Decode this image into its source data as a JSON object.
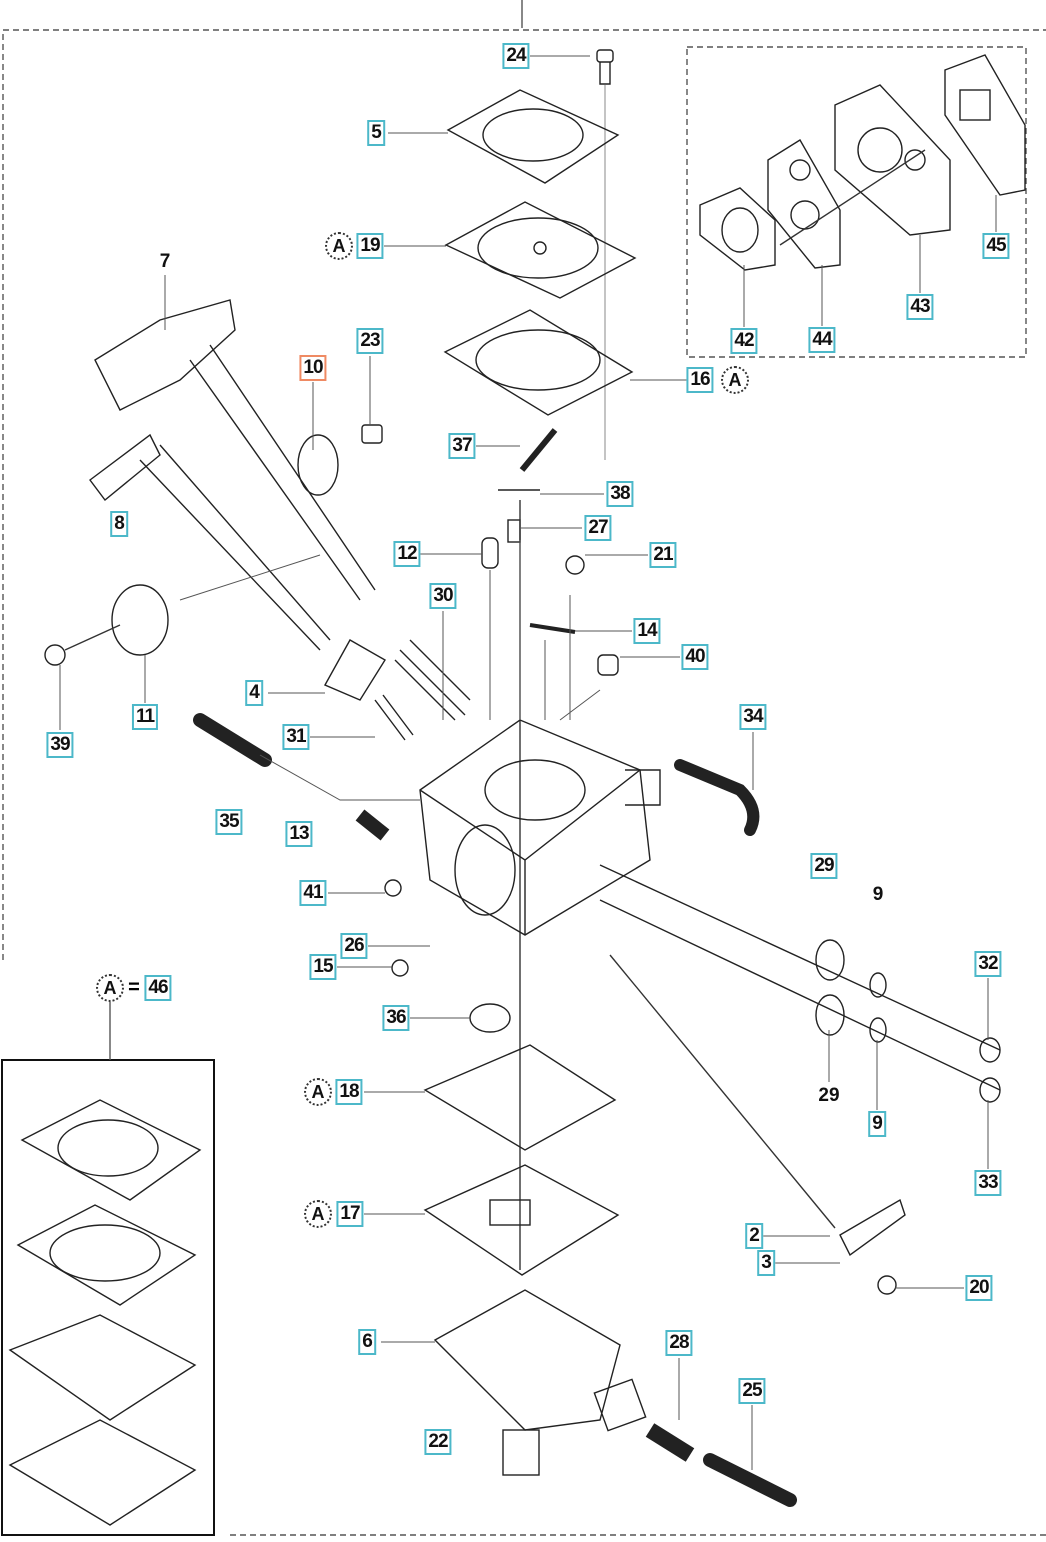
{
  "colors": {
    "accent": "#4cb8c9",
    "highlight": "#ef8a63",
    "line": "#222222"
  },
  "kit_marker": "A",
  "equals": "=",
  "callouts": [
    "24",
    "5",
    "19",
    "7",
    "10",
    "23",
    "16",
    "45",
    "43",
    "42",
    "44",
    "37",
    "38",
    "27",
    "8",
    "12",
    "21",
    "30",
    "14",
    "40",
    "34",
    "4",
    "11",
    "39",
    "31",
    "35",
    "13",
    "29",
    "9",
    "41",
    "26",
    "15",
    "32",
    "46",
    "36",
    "18",
    "29",
    "9",
    "33",
    "17",
    "2",
    "3",
    "20",
    "6",
    "28",
    "25",
    "22"
  ]
}
